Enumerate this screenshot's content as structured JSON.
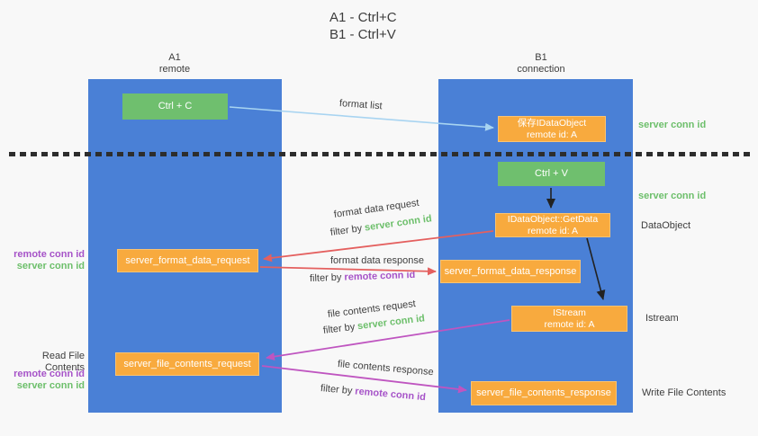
{
  "title": {
    "line1": "A1 - Ctrl+C",
    "line2": "B1 - Ctrl+V"
  },
  "lanes": {
    "left": {
      "id": "A1",
      "name": "remote"
    },
    "right": {
      "id": "B1",
      "name": "connection"
    }
  },
  "nodes": {
    "ctrl_c": {
      "label": "Ctrl + C"
    },
    "save_idataobject": {
      "line1": "保存IDataObject",
      "line2": "remote id: A"
    },
    "ctrl_v": {
      "label": "Ctrl + V"
    },
    "getdata": {
      "line1": "IDataObject::GetData",
      "line2": "remote id: A"
    },
    "format_request": {
      "label": "server_format_data_request"
    },
    "format_response": {
      "label": "server_format_data_response"
    },
    "istream": {
      "line1": "IStream",
      "line2": "remote id: A"
    },
    "file_request": {
      "label": "server_file_contents_request"
    },
    "file_response": {
      "label": "server_file_contents_response"
    }
  },
  "side_labels": {
    "server_conn_id_top": "server conn id",
    "server_conn_id_mid": "server conn id",
    "dataobject": "DataObject",
    "istream": "Istream",
    "write_file_contents": "Write File Contents",
    "read_file_contents": "Read File Contents",
    "remote_conn_id_fmt": "remote conn id",
    "server_conn_id_fmt": "server conn id",
    "remote_conn_id_file": "remote conn id",
    "server_conn_id_file": "server conn id"
  },
  "arrows": {
    "format_list": "format list",
    "format_data_request": "format data request",
    "format_data_response": "format data response",
    "file_contents_request": "file contents request",
    "file_contents_response": "file contents response",
    "filter_by": "filter by",
    "server_conn_id": "server conn id",
    "remote_conn_id": "remote conn id"
  },
  "colors": {
    "lane_blue": "#4a80d6",
    "node_green": "#6fbf6e",
    "node_orange": "#f8aa3e",
    "arrow_light_blue": "#a8d4f1",
    "arrow_red": "#e4605f",
    "arrow_magenta": "#bf55c0",
    "arrow_black": "#222222",
    "text_green": "#6dbf6b",
    "text_purple": "#a653c8",
    "text_dark": "#3d3d3d",
    "background": "#f8f8f8"
  }
}
